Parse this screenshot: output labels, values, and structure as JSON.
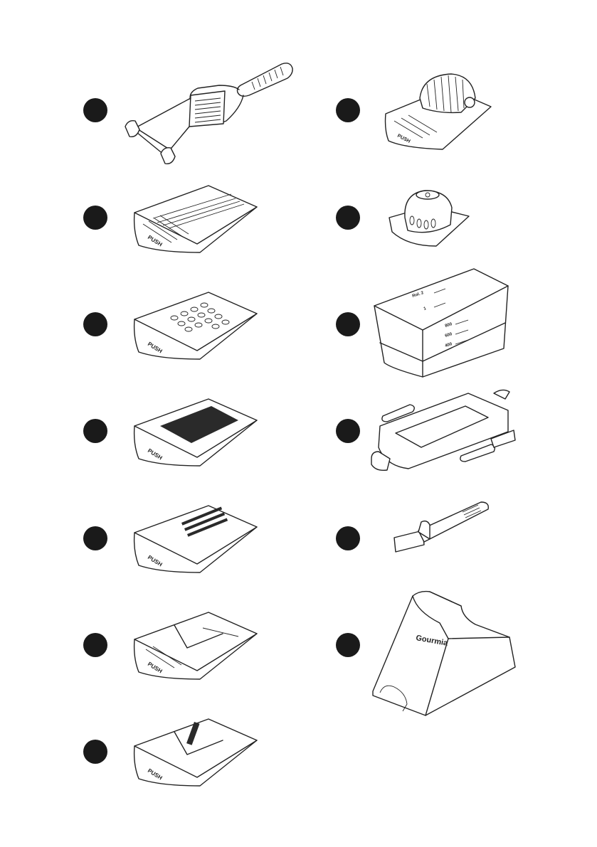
{
  "labels": {
    "push": "PUSH",
    "brand": "Gourmia",
    "measure_1": "Rol. 2",
    "measure_2": "1",
    "measure_3": "800",
    "measure_4": "600",
    "measure_5": "400"
  },
  "colors": {
    "marker": "#1a1a1a",
    "line": "#222222",
    "background": "#ffffff"
  }
}
